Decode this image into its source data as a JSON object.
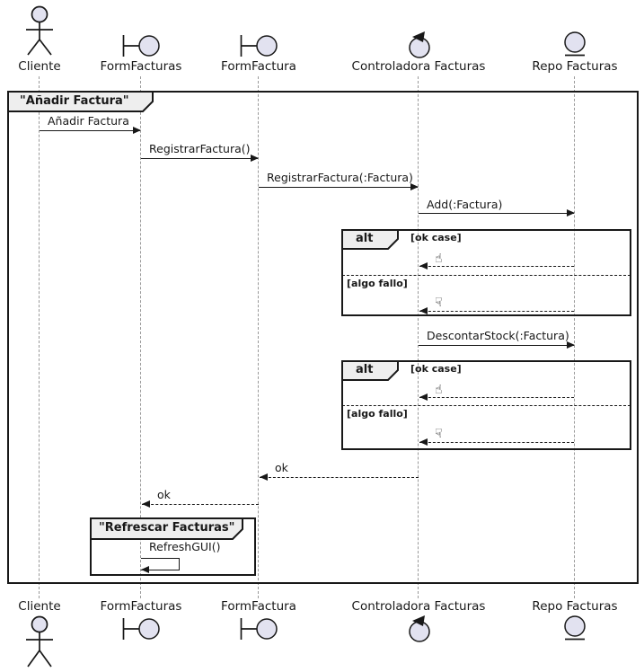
{
  "frame_title": "\"Añadir Factura\"",
  "group": {
    "title": "\"Refrescar Facturas\""
  },
  "participants": [
    {
      "name": "Cliente",
      "type": "actor"
    },
    {
      "name": "FormFacturas",
      "type": "boundary"
    },
    {
      "name": "FormFactura",
      "type": "boundary"
    },
    {
      "name": "Controladora Facturas",
      "type": "control"
    },
    {
      "name": "Repo Facturas",
      "type": "entity"
    }
  ],
  "messages": {
    "anadir_factura": "Añadir Factura",
    "registrar_factura": "RegistrarFactura()",
    "registrar_factura_param": "RegistrarFactura(:Factura)",
    "add_factura": "Add(:Factura)",
    "descontar_stock": "DescontarStock(:Factura)",
    "ok1": "ok",
    "ok2": "ok",
    "refresh_gui": "RefreshGUI()"
  },
  "alt": {
    "operator": "alt",
    "guard_ok": "[ok case]",
    "guard_fail": "[algo fallo]",
    "thumb_up": "☝",
    "thumb_down": "☟"
  },
  "colors": {
    "stroke": "#181818",
    "participant_fill": "#E2E2F0",
    "frame_label_bg": "#EEEEEE",
    "lifeline": "#999999"
  }
}
